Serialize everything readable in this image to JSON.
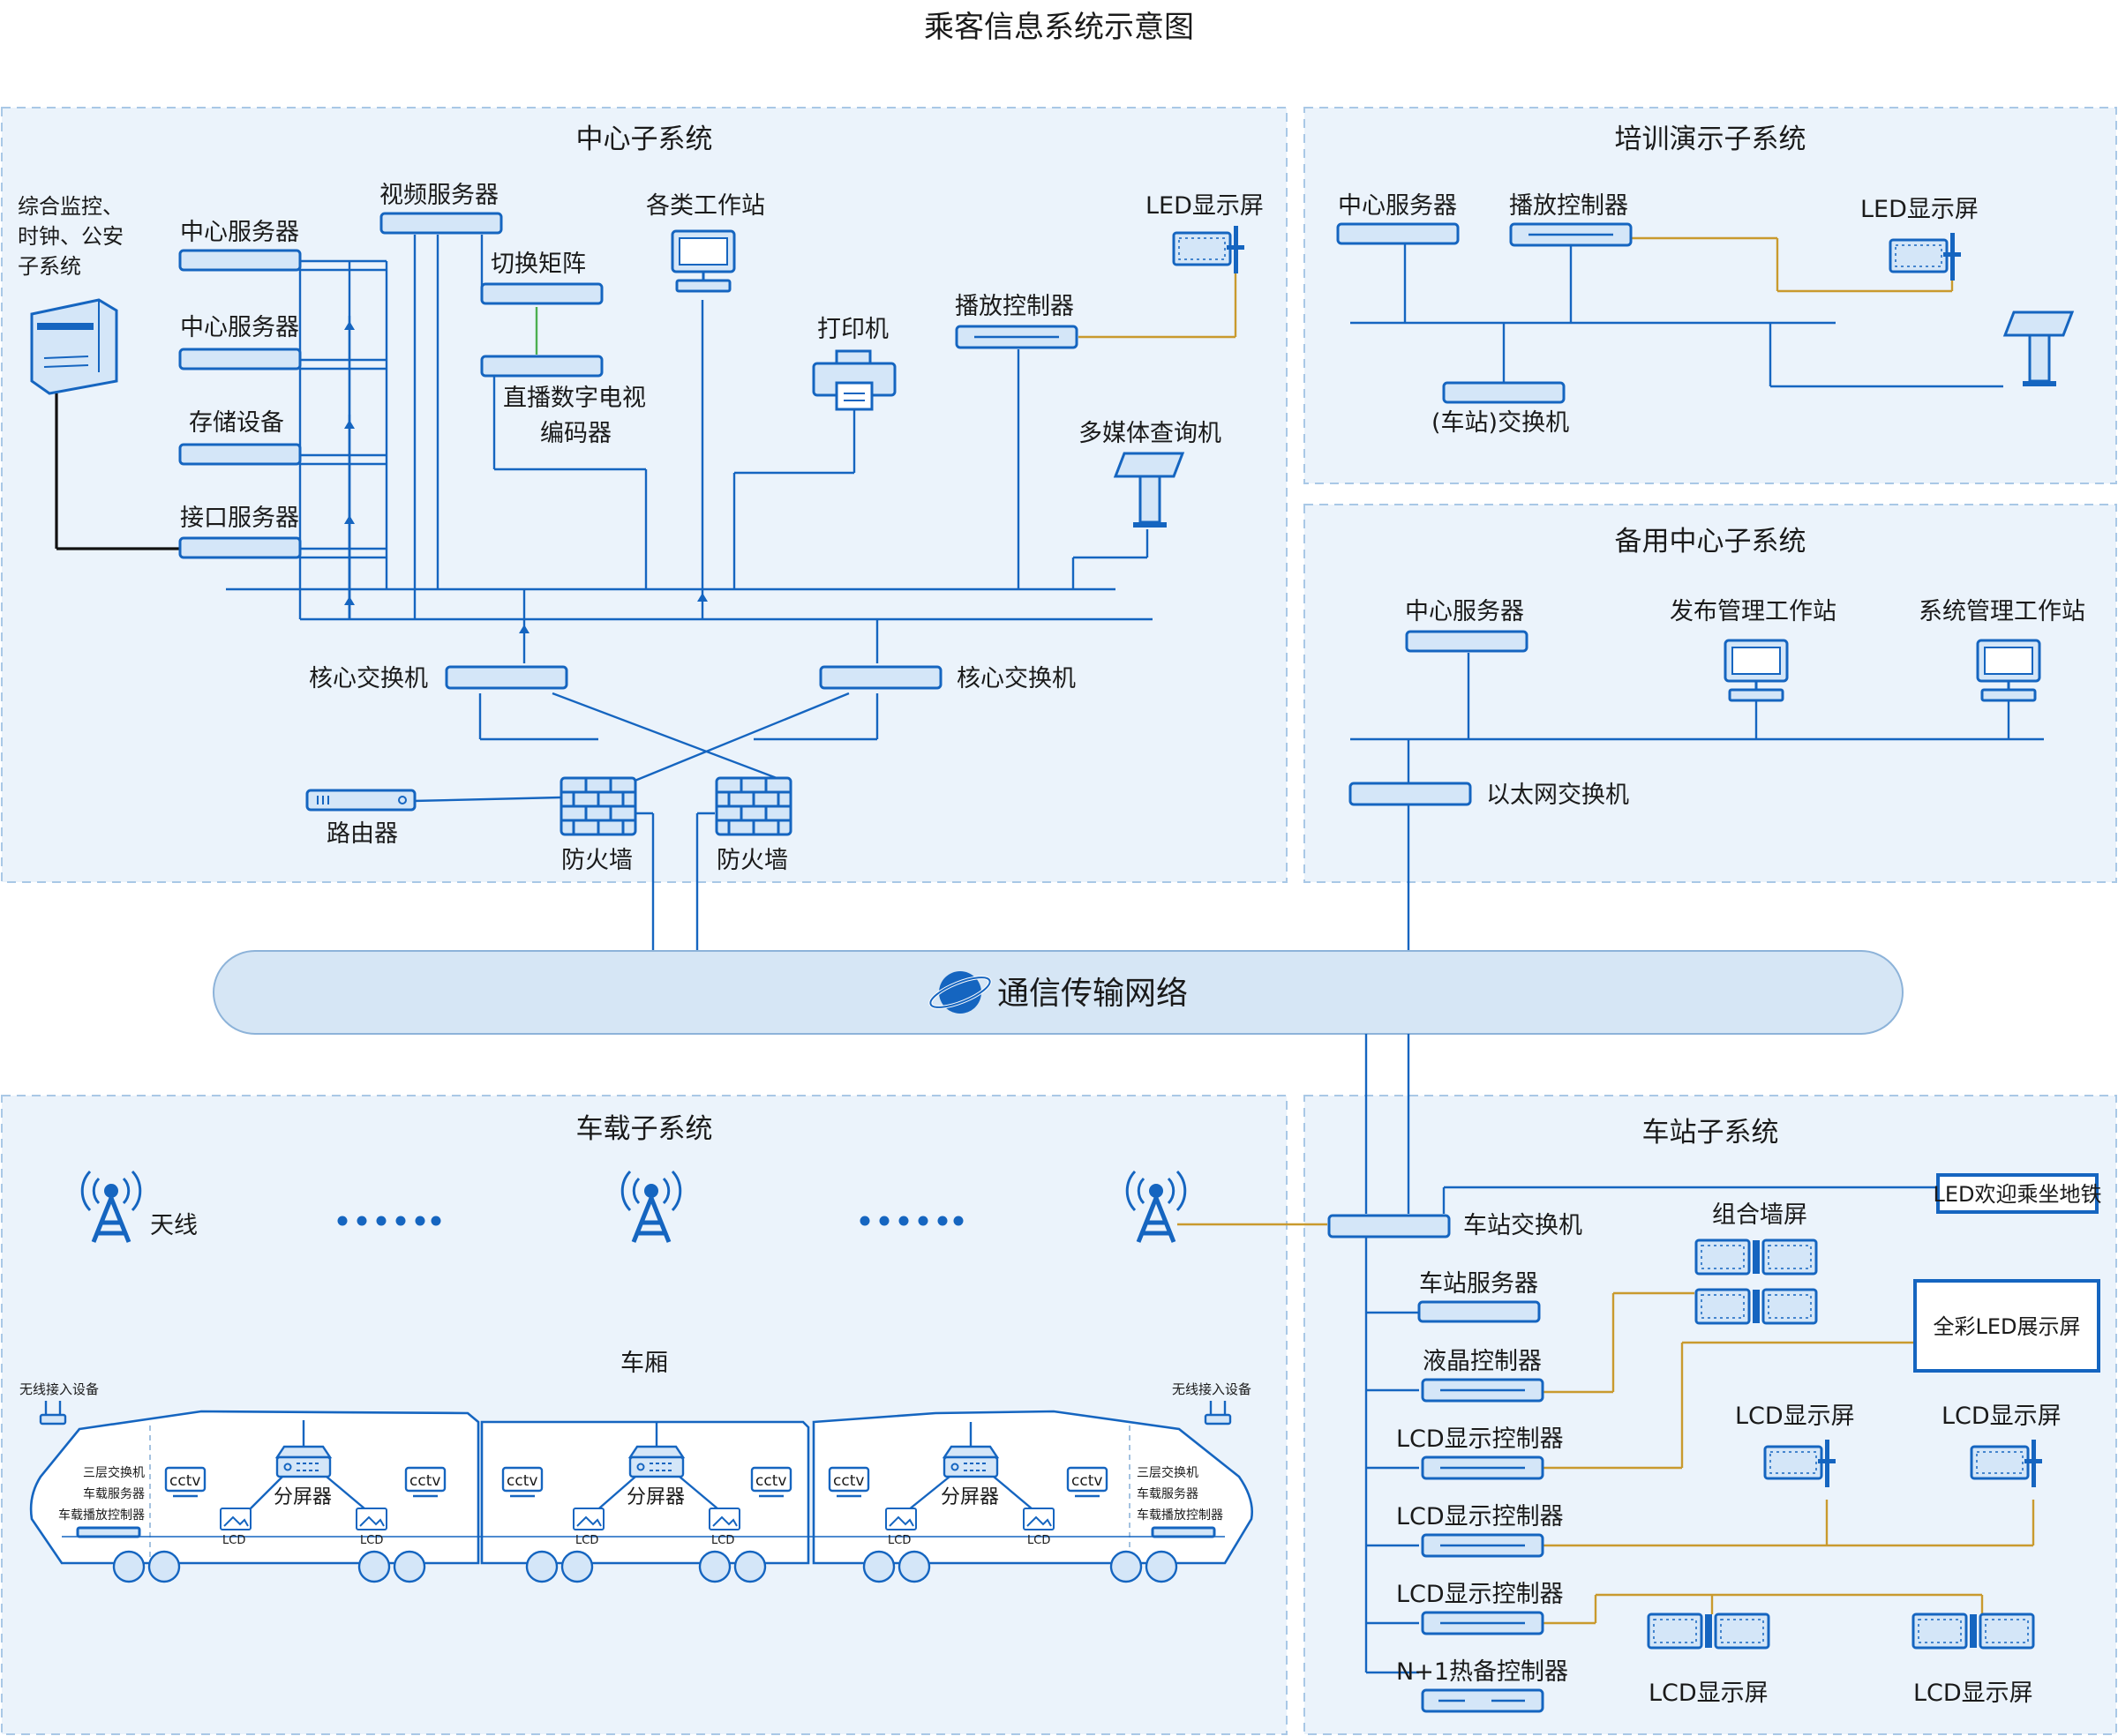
{
  "title": "乘客信息系统示意图",
  "network": "通信传输网络",
  "center": {
    "title": "中心子系统",
    "monitor": [
      "综合监控、",
      "时钟、公安",
      "子系统"
    ],
    "server1": "中心服务器",
    "server2": "中心服务器",
    "storage": "存储设备",
    "interface": "接口服务器",
    "video_server": "视频服务器",
    "matrix": "切换矩阵",
    "encoder": [
      "直播数字电视",
      "编码器"
    ],
    "workstations": "各类工作站",
    "printer": "打印机",
    "player": "播放控制器",
    "led": "LED显示屏",
    "kiosk": "多媒体查询机",
    "core_left": "核心交换机",
    "core_right": "核心交换机",
    "router": "路由器",
    "firewall1": "防火墙",
    "firewall2": "防火墙"
  },
  "training": {
    "title": "培训演示子系统",
    "server": "中心服务器",
    "player": "播放控制器",
    "led": "LED显示屏",
    "switch": "(车站)交换机"
  },
  "backup": {
    "title": "备用中心子系统",
    "server": "中心服务器",
    "publish": "发布管理工作站",
    "sysmgmt": "系统管理工作站",
    "switch": "以太网交换机"
  },
  "vehicle": {
    "title": "车载子系统",
    "antenna": "天线",
    "carriage": "车厢",
    "wireless_left": "无线接入设备",
    "wireless_right": "无线接入设备",
    "equip": [
      "三层交换机",
      "车载服务器",
      "车载播放控制器"
    ],
    "cctv": "cctv",
    "splitter": "分屏器",
    "lcd": "LCD"
  },
  "station": {
    "title": "车站子系统",
    "switch": "车站交换机",
    "led_welcome": "LED欢迎乘坐地铁",
    "wall": "组合墙屏",
    "full_led": "全彩LED展示屏",
    "server": "车站服务器",
    "lcd_ctrl": "液晶控制器",
    "lcd_display_ctrl1": "LCD显示控制器",
    "lcd_display_ctrl2": "LCD显示控制器",
    "lcd_display_ctrl3": "LCD显示控制器",
    "hot_standby": "N+1热备控制器",
    "lcd_screen1": "LCD显示屏",
    "lcd_screen2": "LCD显示屏",
    "lcd_screen3": "LCD显示屏",
    "lcd_screen4": "LCD显示屏"
  },
  "colors": {
    "accent": "#1565c0",
    "line_gold": "#c99a2e",
    "panel": "#ebf3fb",
    "device_fill": "#d4e6f8"
  }
}
